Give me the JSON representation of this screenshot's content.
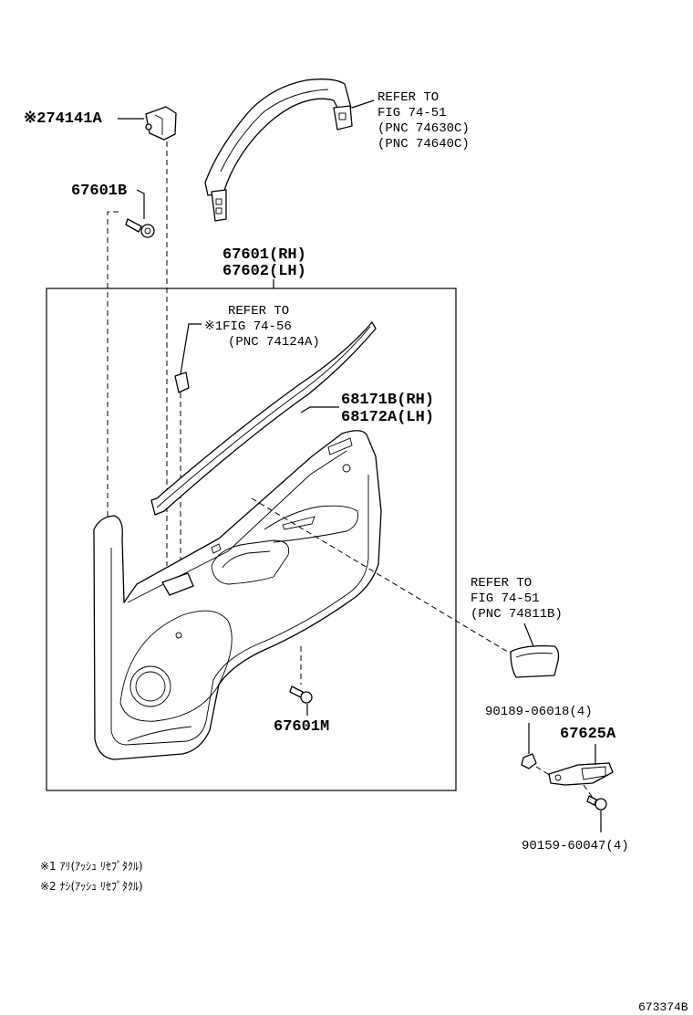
{
  "labels": {
    "p74141A": "※274141A",
    "p67601B": "67601B",
    "p67601_rh": "67601(RH)",
    "p67602_lh": "67602(LH)",
    "ref1": [
      "REFER TO",
      "FIG 74-51",
      "(PNC 74630C)",
      "(PNC 74640C)"
    ],
    "ref2_line1": "REFER TO",
    "ref2_line2": "※1FIG 74-56",
    "ref2_line3": "(PNC 74124A)",
    "p68171B": "68171B(RH)",
    "p68172A": "68172A(LH)",
    "ref3": [
      "REFER TO",
      "FIG 74-51",
      "(PNC 74811B)"
    ],
    "p67601M": "67601M",
    "p90189": "90189-06018(4)",
    "p67625A": "67625A",
    "p90159": "90159-60047(4)"
  },
  "notes": [
    "※1 ｱﾘ(ｱｯｼｭ ﾘｾﾌﾟﾀｸﾙ)",
    "※2 ﾅｼ(ｱｯｼｭ ﾘｾﾌﾟﾀｸﾙ)"
  ],
  "figure_id": "673374B"
}
